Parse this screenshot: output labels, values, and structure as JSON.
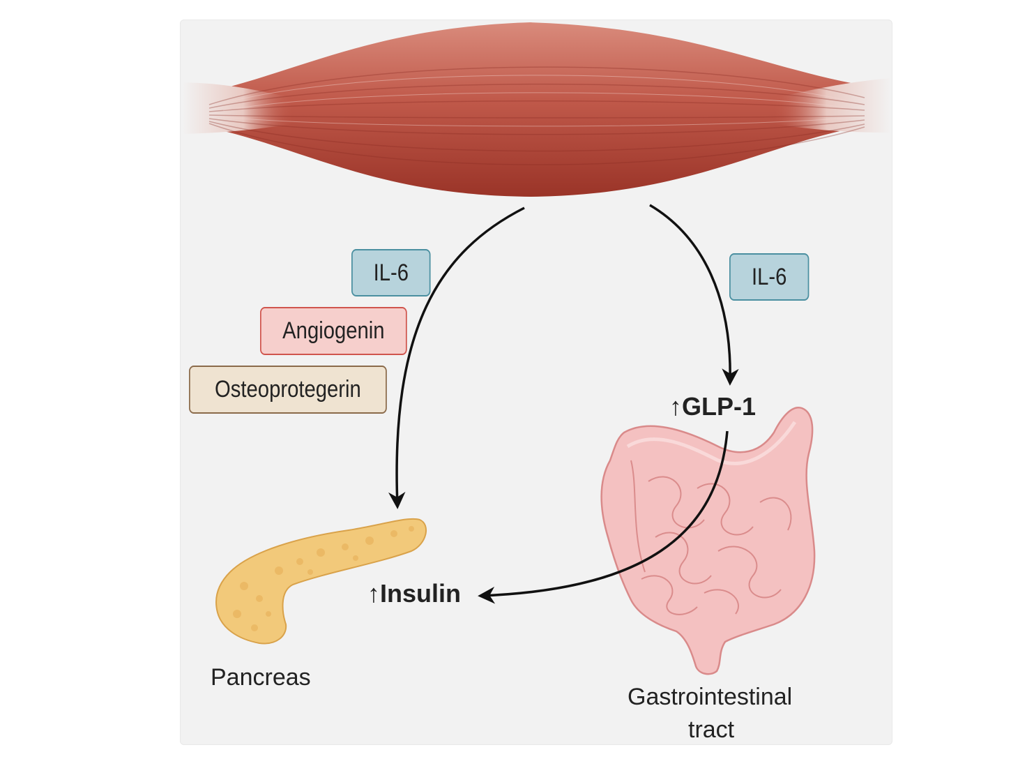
{
  "mediators_to_pancreas": [
    {
      "label": "IL-6",
      "color": "#b7d3dc",
      "border": "#4a8fa0"
    },
    {
      "label": "Angiogenin",
      "color": "#f6cfcc",
      "border": "#d0554d"
    },
    {
      "label": "Osteoprotegerin",
      "color": "#efe3d1",
      "border": "#8a6a4a"
    }
  ],
  "mediator_to_gut": {
    "label": "IL-6",
    "color": "#b7d3dc",
    "border": "#4a8fa0"
  },
  "glp1_label": "↑GLP-1",
  "insulin_label": "↑Insulin",
  "organs": {
    "pancreas": "Pancreas",
    "gi_line1": "Gastrointestinal",
    "gi_line2": "tract"
  },
  "colors": {
    "muscle": "#b5473a",
    "pancreas": "#f2c97a",
    "intestine": "#f2b8b8"
  }
}
